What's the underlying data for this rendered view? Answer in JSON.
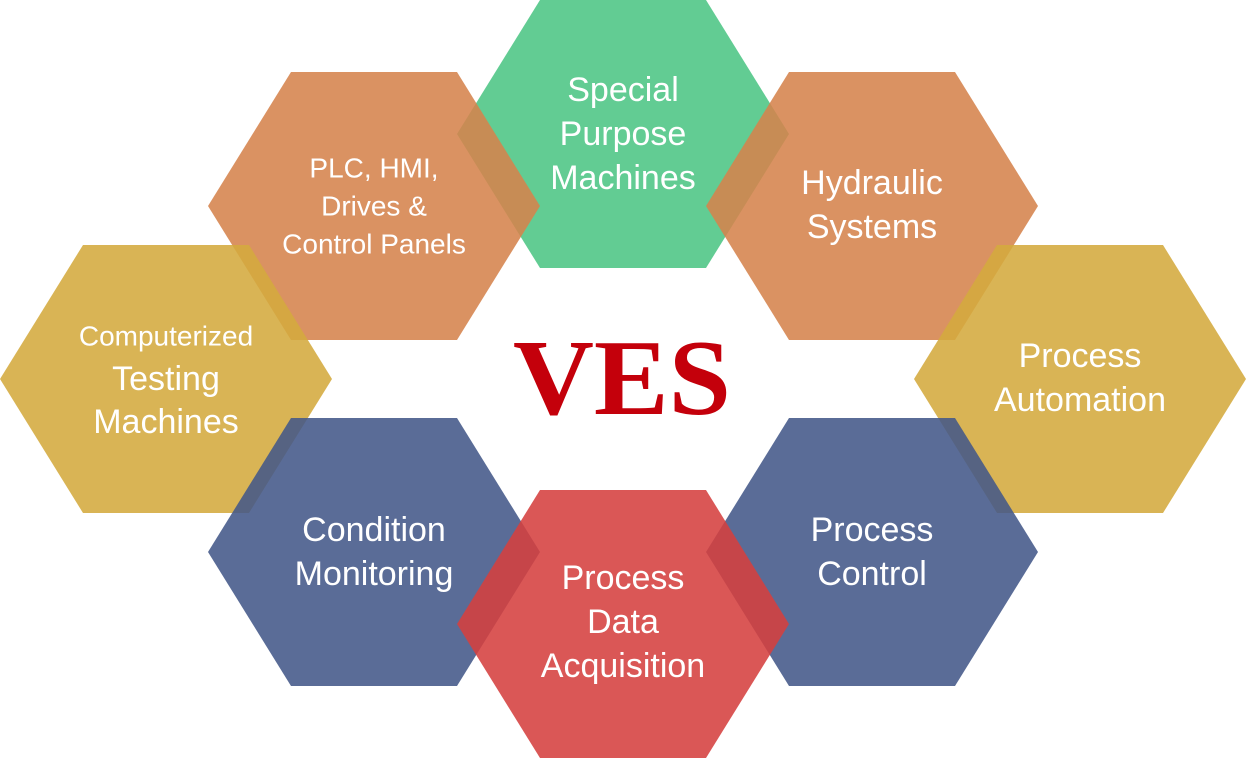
{
  "center_logo": {
    "text": "VES",
    "color": "#c4000b"
  },
  "hexagons": [
    {
      "id": "special-purpose-machines",
      "lines": [
        "Special",
        "Purpose",
        "Machines"
      ],
      "color": "#4cc584"
    },
    {
      "id": "plc-hmi",
      "lines": [
        "PLC, HMI,",
        "Drives &",
        "Control Panels"
      ],
      "color": "#d5834c"
    },
    {
      "id": "hydraulic-systems",
      "lines": [
        "Hydraulic",
        "Systems"
      ],
      "color": "#d5834c"
    },
    {
      "id": "computerized-testing",
      "lines": [
        "Computerized",
        "Testing",
        "Machines"
      ],
      "color": "#d4aa3e"
    },
    {
      "id": "process-automation",
      "lines": [
        "Process",
        "Automation"
      ],
      "color": "#d4aa3e"
    },
    {
      "id": "condition-monitoring",
      "lines": [
        "Condition",
        "Monitoring"
      ],
      "color": "#435889"
    },
    {
      "id": "process-control",
      "lines": [
        "Process",
        "Control"
      ],
      "color": "#435889"
    },
    {
      "id": "process-data-acquisition",
      "lines": [
        "Process",
        "Data",
        "Acquisition"
      ],
      "color": "#d5403f"
    }
  ]
}
